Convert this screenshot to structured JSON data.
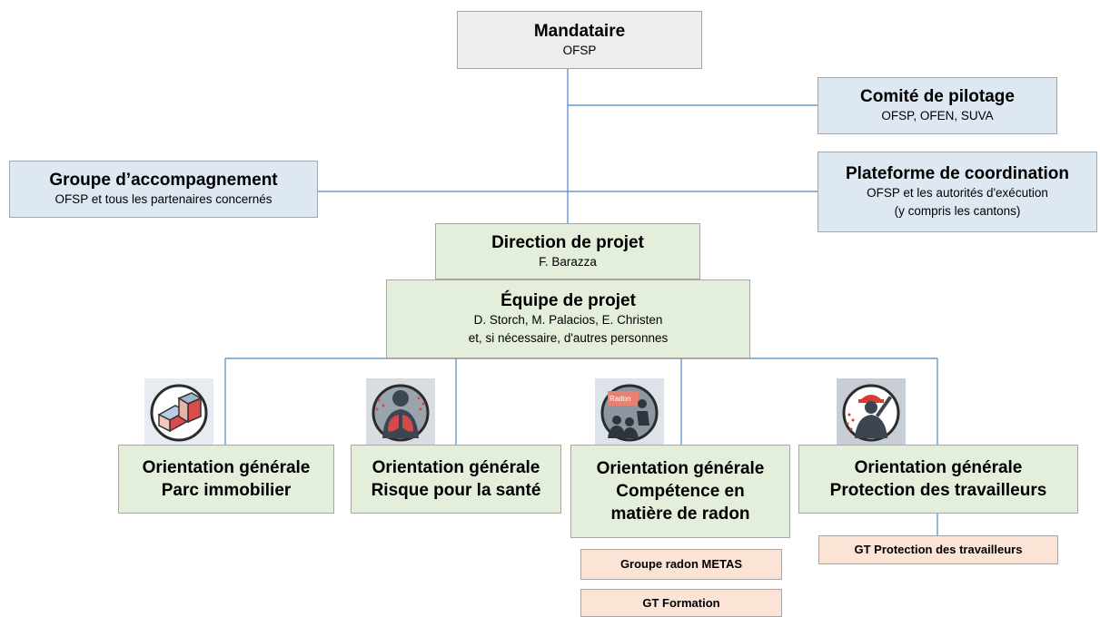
{
  "mandataire": {
    "title": "Mandataire",
    "sub": "OFSP"
  },
  "comite": {
    "title": "Comité de pilotage",
    "sub": "OFSP, OFEN, SUVA"
  },
  "groupe": {
    "title": "Groupe d’accompagnement",
    "sub": "OFSP et tous les partenaires concernés"
  },
  "plateforme": {
    "title": "Plateforme de coordination",
    "sub1": "OFSP et les autorités d'exécution",
    "sub2": "(y compris les cantons)"
  },
  "direction": {
    "title": "Direction de projet",
    "sub": "F. Barazza"
  },
  "equipe": {
    "title": "Équipe de projet",
    "sub1": "D. Storch, M. Palacios, E. Christen",
    "sub2": "et, si nécessaire, d'autres personnes"
  },
  "orientations": [
    {
      "line1": "Orientation générale",
      "line2": "Parc immobilier",
      "icon": "buildings-icon"
    },
    {
      "line1": "Orientation générale",
      "line2": "Risque pour la santé",
      "icon": "lungs-icon"
    },
    {
      "line1": "Orientation générale",
      "line2": "Compétence en",
      "line3": "matière de radon",
      "icon": "radon-training-icon",
      "icon_label": "Radon"
    },
    {
      "line1": "Orientation générale",
      "line2": "Protection des travailleurs",
      "icon": "worker-icon"
    }
  ],
  "groups": {
    "metas": "Groupe radon METAS",
    "formation": "GT Formation",
    "travailleurs": "GT Protection des travailleurs"
  },
  "colors": {
    "line": "#4a86c8",
    "grey": "#ededed",
    "blue": "#dde8f3",
    "green": "#e3efda",
    "peach": "#fbe3d6",
    "border": "#a6a6a6"
  }
}
